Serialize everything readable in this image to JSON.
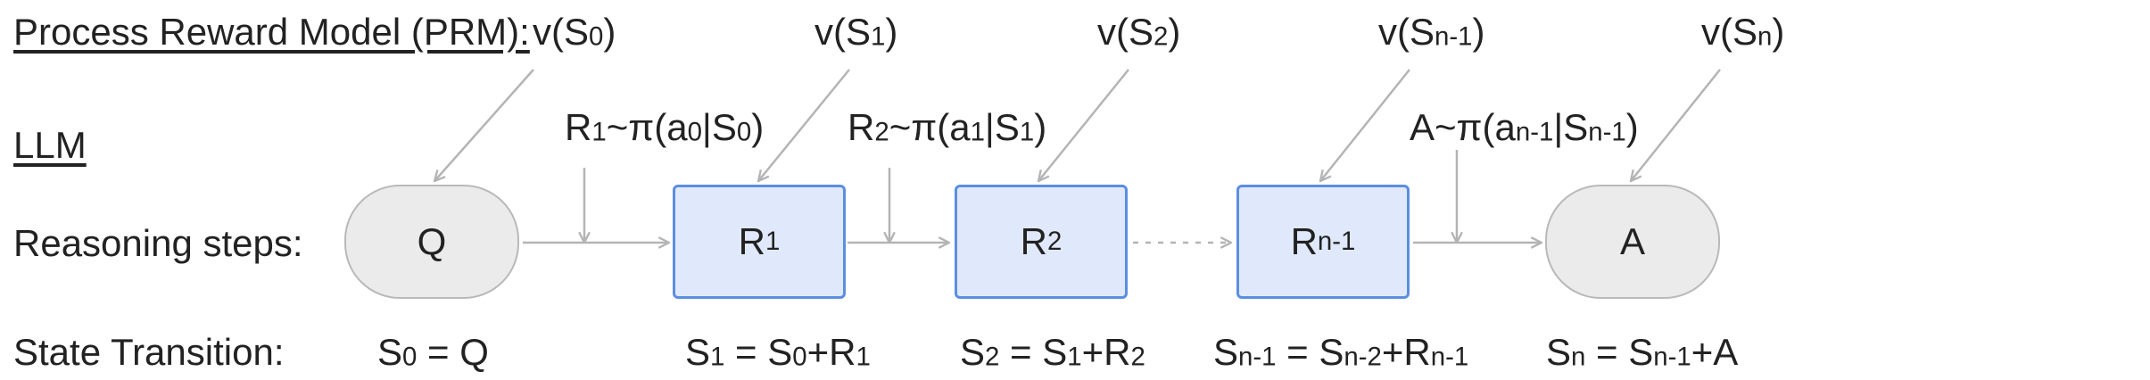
{
  "row_labels": {
    "prm": "Process Reward Model (PRM):",
    "llm": "LLM",
    "reasoning": "Reasoning steps:",
    "transition": "State Transition:"
  },
  "nodes": {
    "q": "Q",
    "r1": {
      "base": "R",
      "sub": "1"
    },
    "r2": {
      "base": "R",
      "sub": "2"
    },
    "rn1": {
      "base": "R",
      "sub": "n-1"
    },
    "a": "A"
  },
  "values": {
    "v0": {
      "pre": "v(S",
      "sub": "0",
      "post": ")"
    },
    "v1": {
      "pre": "v(S",
      "sub": "1",
      "post": ")"
    },
    "v2": {
      "pre": "v(S",
      "sub": "2",
      "post": ")"
    },
    "vn1": {
      "pre": "v(S",
      "sub": "n-1",
      "post": ")"
    },
    "vn": {
      "pre": "v(S",
      "sub": "n",
      "post": ")"
    }
  },
  "policies": {
    "p1": {
      "r": "R",
      "rsub": "1",
      "mid": "~π(a",
      "asub": "0",
      "bar": "|S",
      "ssub": "0",
      "end": ")"
    },
    "p2": {
      "r": "R",
      "rsub": "2",
      "mid": "~π(a",
      "asub": "1",
      "bar": "|S",
      "ssub": "1",
      "end": ")"
    },
    "pa": {
      "r": "A",
      "rsub": "",
      "mid": "~π(a",
      "asub": "n-1",
      "bar": "|S",
      "ssub": "n-1",
      "end": ")"
    }
  },
  "transitions": {
    "t0": "S0 = Q",
    "t1": "S1 = S0+R1",
    "t2": "S2 = S1+R2",
    "tn1": "Sn-1 = Sn-2+Rn-1",
    "tn": "Sn = Sn-1+A"
  },
  "colors": {
    "arrow": "#b4b4b4",
    "box_fill": "#e0e9fb",
    "box_border": "#5b8ee0",
    "pill_fill": "#ebebeb",
    "pill_border": "#b9b9b9"
  }
}
